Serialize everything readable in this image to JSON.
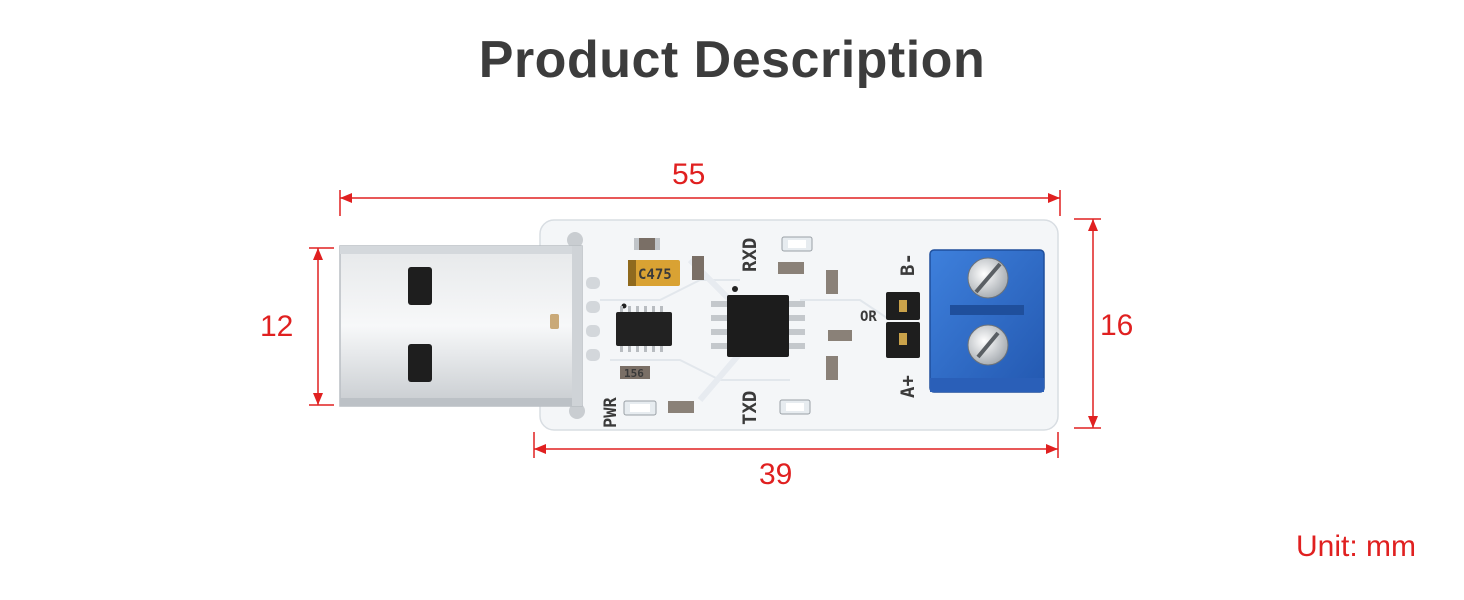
{
  "title": "Product Description",
  "dimensions": {
    "total_length": "55",
    "pcb_length": "39",
    "usb_height": "12",
    "pcb_height": "16"
  },
  "unit_note": "Unit: mm",
  "board_labels": {
    "rxd": "RXD",
    "txd": "TXD",
    "pwr": "PWR",
    "b_minus": "B-",
    "a_plus": "A+",
    "or": "OR",
    "cap": "C475",
    "resistor": "156"
  },
  "colors": {
    "title": "#3c3c3c",
    "dimension": "#e02020",
    "pcb": "#f4f6f8",
    "terminal": "#2f6fd0"
  }
}
